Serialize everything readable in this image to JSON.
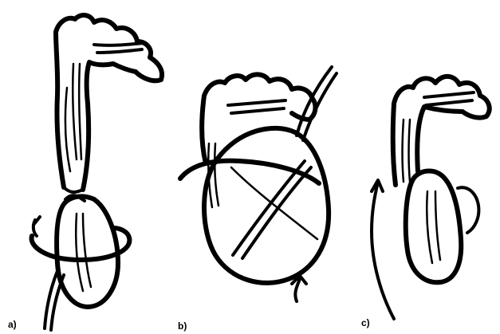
{
  "panels": [
    {
      "id": "a",
      "label": "a)"
    },
    {
      "id": "b",
      "label": "b)"
    },
    {
      "id": "c",
      "label": "c)"
    }
  ]
}
